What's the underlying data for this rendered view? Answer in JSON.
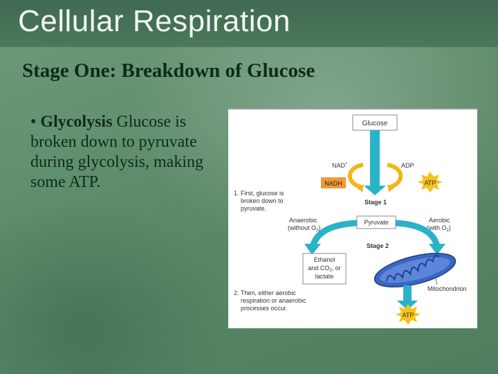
{
  "slide": {
    "title": "Cellular Respiration",
    "subtitle": "Stage One: Breakdown of Glucose",
    "bullet": {
      "marker": "•",
      "term": "Glycolysis",
      "text": " Glucose is broken down to pyruvate during glycolysis, making some ATP."
    }
  },
  "diagram": {
    "glucose": "Glucose",
    "nad_plus": "NAD",
    "nad_plus_sup": "+",
    "adp": "ADP",
    "nadh": "NADH",
    "atp_top": "ATP",
    "step1_line1": "1. First, glucose is",
    "step1_line2": "broken down to",
    "step1_line3": "pyruvate.",
    "stage1": "Stage 1",
    "anaerobic_line1": "Anaerobic",
    "anaerobic_line2": "(without O",
    "anaerobic_sub": "2",
    "anaerobic_close": ")",
    "pyruvate": "Pyruvate",
    "aerobic_line1": "Aerobic",
    "aerobic_line2": "(with O",
    "aerobic_sub": "2",
    "aerobic_close": ")",
    "stage2": "Stage 2",
    "ethanol_line1": "Ethanol",
    "ethanol_line2": "and CO",
    "ethanol_sub": "2",
    "ethanol_line2_end": ", or",
    "ethanol_line3": "lactate",
    "mitochondrion": "Mitochondrion",
    "step2_line1": "2. Then, either aerobic",
    "step2_line2": "respiration or anaerobic",
    "step2_line3": "processes occur.",
    "atp_bottom": "ATP",
    "colors": {
      "arrow_teal": "#2ab3c8",
      "arrow_yellow": "#f2b619",
      "atp_star": "#f6c21c",
      "nadh_box": "#f19a34",
      "mito_blue": "#3a66c4"
    }
  }
}
